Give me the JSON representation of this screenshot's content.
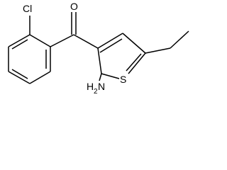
{
  "molecule": {
    "atoms": {
      "chlorine": "Cl",
      "oxygen": "O",
      "amino_h": "H",
      "amino_sub": "2",
      "amino_n": "N",
      "sulfur": "S"
    }
  },
  "colors": {
    "bond": "#000000",
    "text": "#000000",
    "background": "#ffffff"
  }
}
